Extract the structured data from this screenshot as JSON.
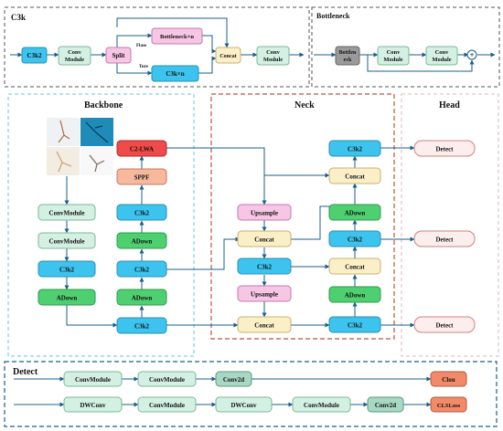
{
  "panels": {
    "c3k": "C3k",
    "bottleneck": "Bottleneck",
    "backbone": "Backbone",
    "neck": "Neck",
    "head": "Head",
    "detect": "Detect"
  },
  "c3k_panel": {
    "c3k": "C3k2",
    "conv1": [
      "Conv",
      "Module"
    ],
    "split": "Split",
    "bottleneck_n": "Bottleneck×n",
    "c3k_n": "C3k×n",
    "concat": "Concat",
    "conv2": [
      "Conv",
      "Module"
    ],
    "false_label": "Flase",
    "true_label": "Ture"
  },
  "bottleneck_panel": {
    "block": [
      "Bottlen",
      "eck"
    ],
    "conv1": [
      "Conv",
      "Module"
    ],
    "conv2": [
      "Conv",
      "Module"
    ],
    "plus": "+"
  },
  "backbone": {
    "convmodule_a": "ConvModule",
    "convmodule_b": "ConvModule",
    "c3k2_a": "C3k2",
    "adown_a": "ADown",
    "c3k2_bottom": "C3k2",
    "adown_b": "ADown",
    "c3k2_b": "C3k2",
    "adown_c": "ADown",
    "c3k2_c": "C3k2",
    "sppf": "SPPF",
    "c2lwa": "C2-LWA"
  },
  "neck": {
    "upsample_a": "Upsample",
    "concat_a": "Concat",
    "c3k2_a": "C3k2",
    "upsample_b": "Upsample",
    "concat_b": "Concat",
    "c3k2_top": "C3k2",
    "concat_top": "Concat",
    "adown_top": "ADown",
    "c3k2_mid": "C3k2",
    "concat_mid": "Concat",
    "adown_mid": "ADown",
    "c3k2_bot": "C3k2"
  },
  "head": {
    "detect_top": "Detect",
    "detect_mid": "Detect",
    "detect_bot": "Detect"
  },
  "detect_panel": {
    "row1": [
      "ConvModule",
      "ConvModule",
      "Conv2d",
      "Clou"
    ],
    "row2": [
      "DWConv",
      "ConvModule",
      "DWConv",
      "ConvModule",
      "Conv2d",
      "CLSLoss"
    ]
  },
  "colors": {
    "cyan": "#3cc4ee",
    "mint": "#d4f0e2",
    "pink": "#f6c6e4",
    "yellow": "#fbefc8",
    "green": "#4fd070",
    "red": "#f04a4a",
    "salmon": "#f8b89e",
    "orange": "#f28a6a",
    "teal": "#a8d8c4",
    "detect_fill": "#fdeeee",
    "gray": "#9a9a9a",
    "line": "#1a5f8c"
  }
}
